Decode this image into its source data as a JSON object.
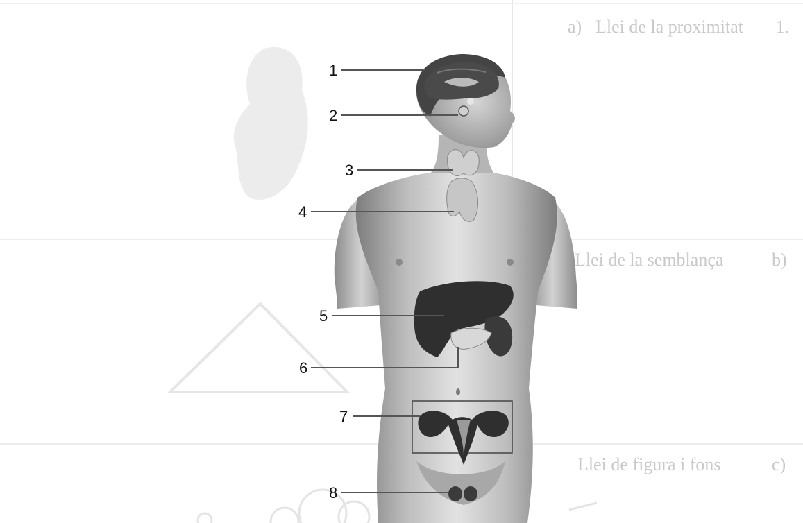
{
  "background_page": {
    "label_a_letter": "a)",
    "label_a_text": "Llei de la proximitat",
    "label_a_tail": "1.",
    "label_b_letter": "b)",
    "label_b_text": "Llei de la semblança",
    "label_c_letter": "c)",
    "label_c_text": "Llei de figura i fons"
  },
  "diagram": {
    "callouts": [
      {
        "number": "1",
        "target": "brain"
      },
      {
        "number": "2",
        "target": "pituitary"
      },
      {
        "number": "3",
        "target": "thyroid"
      },
      {
        "number": "4",
        "target": "thymus"
      },
      {
        "number": "5",
        "target": "liver"
      },
      {
        "number": "6",
        "target": "pancreas"
      },
      {
        "number": "7",
        "target": "uterus-ovaries"
      },
      {
        "number": "8",
        "target": "testes"
      }
    ]
  },
  "colors": {
    "skin_light": "#dcdcdc",
    "skin_mid": "#b9b9b9",
    "skin_dark": "#8a8a8a",
    "organ_dark": "#2e2e2e",
    "gland_light": "#d8d8d8",
    "line": "#555555",
    "ghost": "#c9c9c9"
  }
}
